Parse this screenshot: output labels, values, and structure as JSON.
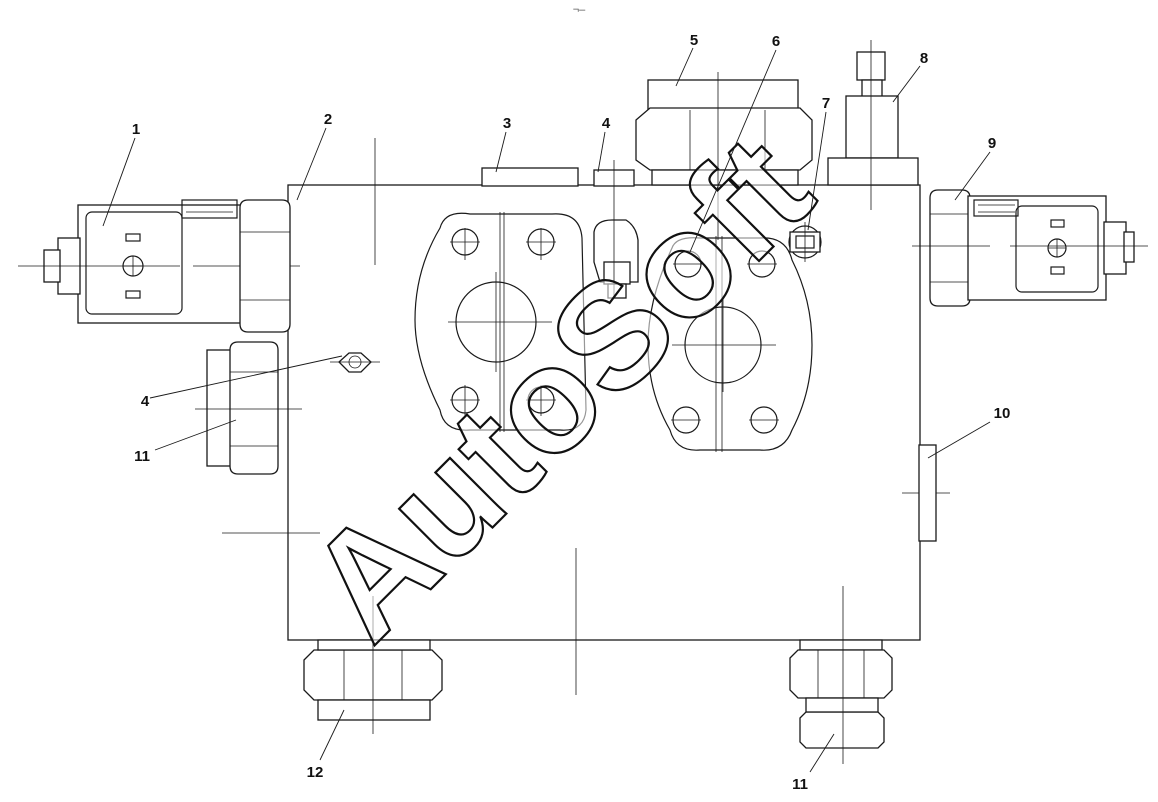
{
  "header_mark": "¬–",
  "watermark_text": "AutoSoft",
  "callouts": {
    "c1": "1",
    "c2": "2",
    "c3": "3",
    "c4_top": "4",
    "c4_left": "4",
    "c5": "5",
    "c6": "6",
    "c7": "7",
    "c8": "8",
    "c9": "9",
    "c10": "10",
    "c11_left": "11",
    "c11_bottom": "11",
    "c12": "12"
  }
}
